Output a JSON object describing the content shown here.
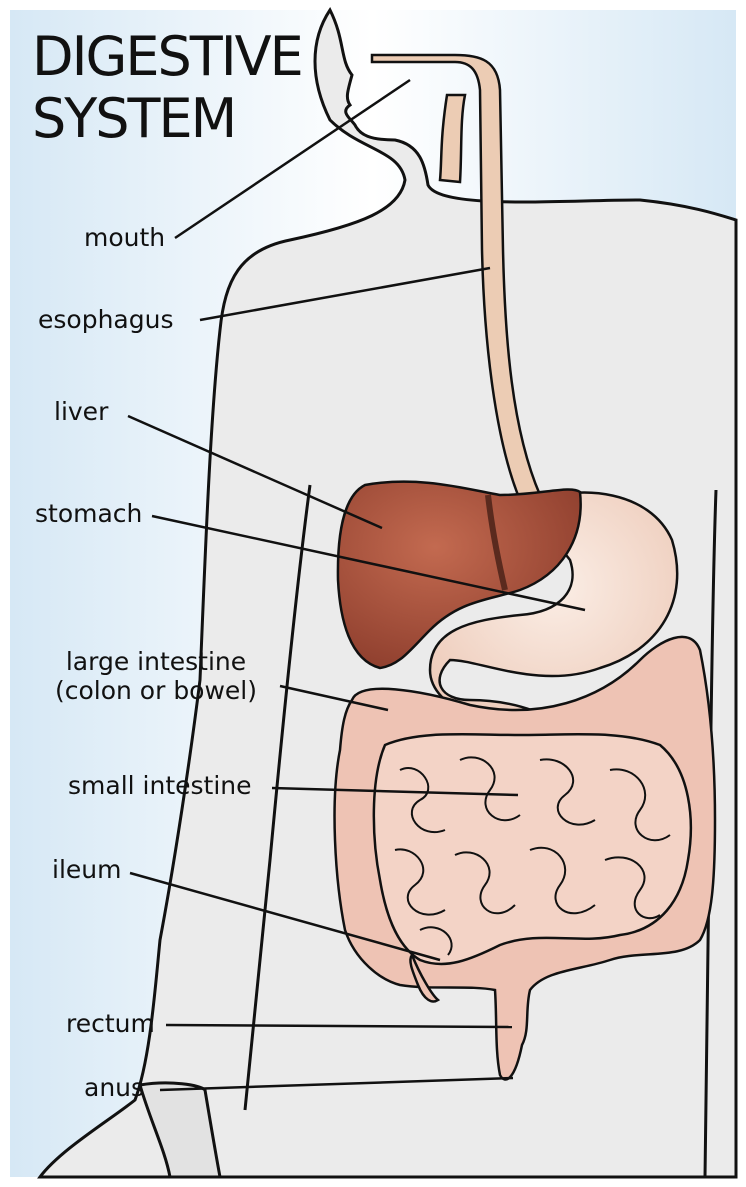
{
  "title": {
    "line1": "DIGESTIVE",
    "line2": "SYSTEM"
  },
  "labels": {
    "mouth": "mouth",
    "esophagus": "esophagus",
    "liver": "liver",
    "stomach": "stomach",
    "large_intestine_line1": "large intestine",
    "large_intestine_line2": "(colon or bowel)",
    "small_intestine": "small intestine",
    "ileum": "ileum",
    "rectum": "rectum",
    "anus": "anus"
  },
  "colors": {
    "background": "#dcebf6",
    "body": "#ebebeb",
    "outline": "#111111",
    "esophagus": "#ecccb4",
    "liver": "#a4503c",
    "stomach": "#f3d9cb",
    "intestine": "#eec3b4"
  }
}
